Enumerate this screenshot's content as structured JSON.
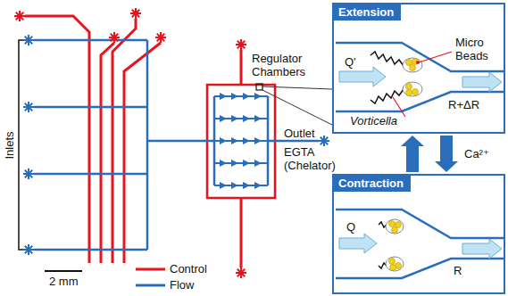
{
  "diagram": {
    "nodes": [
      {
        "text": [
          "Extension"
        ]
      },
      {
        "text": [
          "Contraction"
        ]
      }
    ],
    "edges": [
      {
        "from": 1,
        "to": 0,
        "arrow": "to",
        "label": "EGTA (Chelator)"
      },
      {
        "from": 0,
        "to": 1,
        "arrow": "to",
        "label": "Ca²⁺"
      }
    ],
    "labels": [
      "Inlets",
      "2 mm",
      "Regulator Chambers",
      "Outlet",
      "Micro Beads",
      "Q'",
      "R+ΔR",
      "Vorticella",
      "Q",
      "R"
    ],
    "legend": [
      {
        "text": "Control"
      },
      {
        "text": "Flow"
      }
    ]
  }
}
